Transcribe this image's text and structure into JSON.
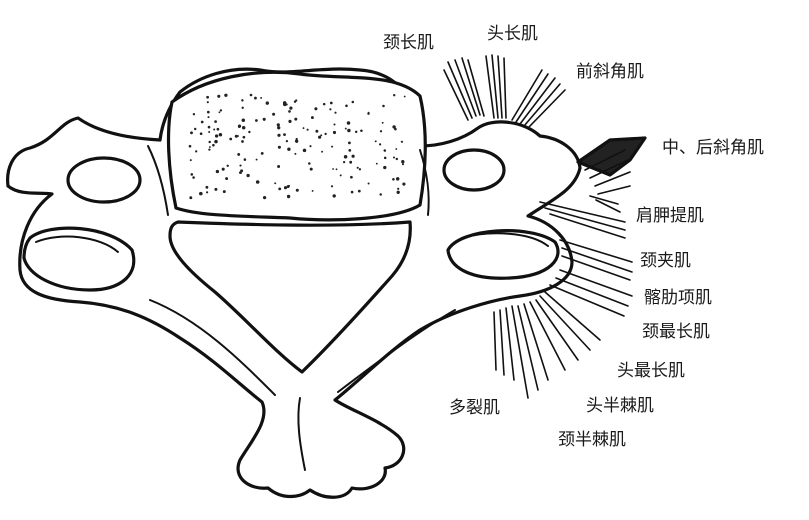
{
  "labels": {
    "longus_colli": "颈长肌",
    "longus_capitis": "头长肌",
    "scalenus_anterior": "前斜角肌",
    "scalenus_medius_posterior": "中、后斜角肌",
    "levator_scapulae": "肩胛提肌",
    "splenius_cervicis": "颈夹肌",
    "iliocostalis_cervicis": "髂肋项肌",
    "longissimus_cervicis": "颈最长肌",
    "longissimus_capitis": "头最长肌",
    "semispinalis_capitis": "头半棘肌",
    "multifidus": "多裂肌",
    "semispinalis_cervicis": "颈半棘肌"
  },
  "colors": {
    "ink": "#111111",
    "background": "#ffffff"
  }
}
